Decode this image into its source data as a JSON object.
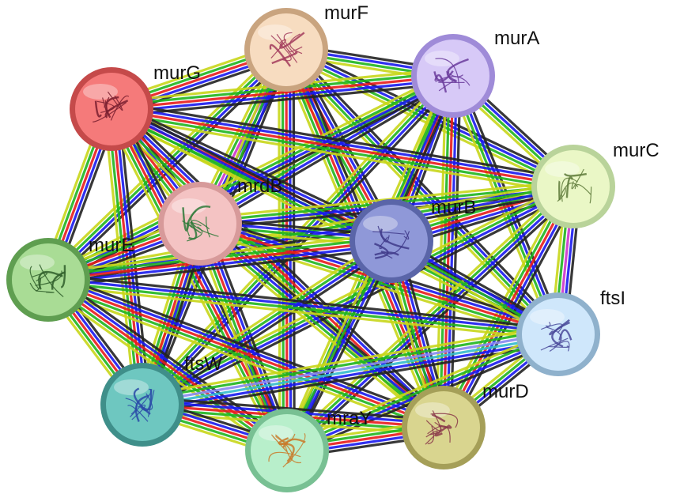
{
  "network": {
    "nodes": [
      {
        "id": "murF",
        "label": "murF",
        "fill": "#f7dcc0",
        "ring": "#c9a47f",
        "protein": "#a23b5c"
      },
      {
        "id": "murA",
        "label": "murA",
        "fill": "#d7c9f7",
        "ring": "#9f8bd8",
        "protein": "#6b3c9c"
      },
      {
        "id": "murG",
        "label": "murG",
        "fill": "#f57a7a",
        "ring": "#c54a4a",
        "protein": "#7a2030"
      },
      {
        "id": "murC",
        "label": "murC",
        "fill": "#eaf7c6",
        "ring": "#b9d39a",
        "protein": "#5e7a3a"
      },
      {
        "id": "mrdB",
        "label": "mrdB",
        "fill": "#f4c3c3",
        "ring": "#d79a9a",
        "protein": "#2f7a3a"
      },
      {
        "id": "murB",
        "label": "murB",
        "fill": "#8f98d8",
        "ring": "#5a65a8",
        "protein": "#3f3a8a"
      },
      {
        "id": "murE",
        "label": "murE",
        "fill": "#a9dc95",
        "ring": "#5f9e50",
        "protein": "#2f5e2a"
      },
      {
        "id": "ftsI",
        "label": "ftsI",
        "fill": "#cfe7fb",
        "ring": "#8fb1cc",
        "protein": "#4a4a9a"
      },
      {
        "id": "ftsW",
        "label": "ftsW",
        "fill": "#6ec7c0",
        "ring": "#3f8f8a",
        "protein": "#2a4aa8"
      },
      {
        "id": "murD",
        "label": "murD",
        "fill": "#d9d58f",
        "ring": "#a59f58",
        "protein": "#8a3a4a"
      },
      {
        "id": "mraY",
        "label": "mraY",
        "fill": "#b8efcb",
        "ring": "#78c093",
        "protein": "#c97a2a"
      }
    ],
    "edge_colors": [
      "#222222",
      "#1a1aee",
      "#e81c1c",
      "#1fb51f",
      "#c8d61a",
      "#cc33cc",
      "#33bbcc",
      "#8888ee"
    ],
    "edge_bundles": [
      {
        "from": "murF",
        "to": "murA",
        "colors": [
          0,
          1,
          3,
          4
        ]
      },
      {
        "from": "murF",
        "to": "murG",
        "colors": [
          0,
          1,
          2,
          3,
          4
        ]
      },
      {
        "from": "murF",
        "to": "murC",
        "colors": [
          0,
          1,
          3,
          4
        ]
      },
      {
        "from": "murF",
        "to": "mrdB",
        "colors": [
          0,
          1,
          5,
          3,
          4
        ]
      },
      {
        "from": "murF",
        "to": "murB",
        "colors": [
          0,
          1,
          2,
          3,
          4
        ]
      },
      {
        "from": "murF",
        "to": "murE",
        "colors": [
          0,
          1,
          3,
          4
        ]
      },
      {
        "from": "murF",
        "to": "ftsI",
        "colors": [
          0,
          1,
          3,
          4
        ]
      },
      {
        "from": "murF",
        "to": "ftsW",
        "colors": [
          0,
          1,
          3,
          4
        ]
      },
      {
        "from": "murF",
        "to": "murD",
        "colors": [
          0,
          1,
          2,
          3,
          4
        ]
      },
      {
        "from": "murF",
        "to": "mraY",
        "colors": [
          0,
          1,
          2,
          3,
          4
        ]
      },
      {
        "from": "murA",
        "to": "murG",
        "colors": [
          0,
          1,
          2,
          3,
          4
        ]
      },
      {
        "from": "murA",
        "to": "murC",
        "colors": [
          0,
          1,
          3,
          4
        ]
      },
      {
        "from": "murA",
        "to": "mrdB",
        "colors": [
          0,
          1,
          3,
          4
        ]
      },
      {
        "from": "murA",
        "to": "murB",
        "colors": [
          0,
          1,
          2,
          3,
          4
        ]
      },
      {
        "from": "murA",
        "to": "murE",
        "colors": [
          0,
          1,
          3,
          4
        ]
      },
      {
        "from": "murA",
        "to": "ftsI",
        "colors": [
          0,
          1,
          3,
          4
        ]
      },
      {
        "from": "murA",
        "to": "ftsW",
        "colors": [
          0,
          1,
          3,
          4
        ]
      },
      {
        "from": "murA",
        "to": "murD",
        "colors": [
          0,
          1,
          2,
          3,
          4
        ]
      },
      {
        "from": "murA",
        "to": "mraY",
        "colors": [
          0,
          1,
          3,
          4
        ]
      },
      {
        "from": "murG",
        "to": "murC",
        "colors": [
          0,
          1,
          2,
          3,
          4
        ]
      },
      {
        "from": "murG",
        "to": "mrdB",
        "colors": [
          0,
          1,
          2,
          3,
          4
        ]
      },
      {
        "from": "murG",
        "to": "murB",
        "colors": [
          0,
          1,
          2,
          3,
          4
        ]
      },
      {
        "from": "murG",
        "to": "murE",
        "colors": [
          0,
          1,
          2,
          3,
          4
        ]
      },
      {
        "from": "murG",
        "to": "ftsI",
        "colors": [
          0,
          1,
          3,
          4
        ]
      },
      {
        "from": "murG",
        "to": "ftsW",
        "colors": [
          0,
          1,
          2,
          3,
          4
        ]
      },
      {
        "from": "murG",
        "to": "murD",
        "colors": [
          0,
          1,
          2,
          3,
          4
        ]
      },
      {
        "from": "murG",
        "to": "mraY",
        "colors": [
          0,
          1,
          2,
          3,
          4
        ]
      },
      {
        "from": "murC",
        "to": "mrdB",
        "colors": [
          0,
          1,
          3,
          4
        ]
      },
      {
        "from": "murC",
        "to": "murB",
        "colors": [
          0,
          1,
          2,
          3,
          4
        ]
      },
      {
        "from": "murC",
        "to": "murE",
        "colors": [
          0,
          1,
          3,
          4
        ]
      },
      {
        "from": "murC",
        "to": "ftsI",
        "colors": [
          0,
          1,
          5,
          3,
          4
        ]
      },
      {
        "from": "murC",
        "to": "ftsW",
        "colors": [
          0,
          1,
          3,
          4
        ]
      },
      {
        "from": "murC",
        "to": "murD",
        "colors": [
          0,
          1,
          2,
          3,
          4
        ]
      },
      {
        "from": "murC",
        "to": "mraY",
        "colors": [
          0,
          1,
          3,
          4
        ]
      },
      {
        "from": "mrdB",
        "to": "murB",
        "colors": [
          0,
          1,
          3,
          4
        ]
      },
      {
        "from": "mrdB",
        "to": "murE",
        "colors": [
          0,
          1,
          2,
          3,
          4
        ]
      },
      {
        "from": "mrdB",
        "to": "ftsI",
        "colors": [
          0,
          1,
          2,
          3,
          4
        ]
      },
      {
        "from": "mrdB",
        "to": "ftsW",
        "colors": [
          0,
          1,
          2,
          3,
          4
        ]
      },
      {
        "from": "mrdB",
        "to": "murD",
        "colors": [
          0,
          1,
          3,
          4
        ]
      },
      {
        "from": "mrdB",
        "to": "mraY",
        "colors": [
          0,
          1,
          2,
          3,
          4
        ]
      },
      {
        "from": "murB",
        "to": "murE",
        "colors": [
          0,
          1,
          2,
          3,
          4
        ]
      },
      {
        "from": "murB",
        "to": "ftsI",
        "colors": [
          0,
          1,
          3,
          4
        ]
      },
      {
        "from": "murB",
        "to": "ftsW",
        "colors": [
          0,
          1,
          3,
          4
        ]
      },
      {
        "from": "murB",
        "to": "murD",
        "colors": [
          0,
          1,
          2,
          3,
          4
        ]
      },
      {
        "from": "murB",
        "to": "mraY",
        "colors": [
          0,
          1,
          3,
          4
        ]
      },
      {
        "from": "murE",
        "to": "ftsI",
        "colors": [
          0,
          1,
          3,
          4
        ]
      },
      {
        "from": "murE",
        "to": "ftsW",
        "colors": [
          0,
          1,
          2,
          3,
          4
        ]
      },
      {
        "from": "murE",
        "to": "murD",
        "colors": [
          0,
          1,
          2,
          3,
          4
        ]
      },
      {
        "from": "murE",
        "to": "mraY",
        "colors": [
          0,
          1,
          2,
          3,
          4
        ]
      },
      {
        "from": "ftsI",
        "to": "ftsW",
        "colors": [
          0,
          1,
          6,
          7,
          3,
          4
        ]
      },
      {
        "from": "ftsI",
        "to": "murD",
        "colors": [
          0,
          1,
          3,
          4
        ]
      },
      {
        "from": "ftsI",
        "to": "mraY",
        "colors": [
          0,
          1,
          3,
          4
        ]
      },
      {
        "from": "ftsW",
        "to": "murD",
        "colors": [
          0,
          1,
          2,
          3,
          4
        ]
      },
      {
        "from": "ftsW",
        "to": "mraY",
        "colors": [
          0,
          1,
          2,
          3,
          4
        ]
      },
      {
        "from": "murD",
        "to": "mraY",
        "colors": [
          0,
          1,
          2,
          3,
          4
        ]
      }
    ]
  }
}
